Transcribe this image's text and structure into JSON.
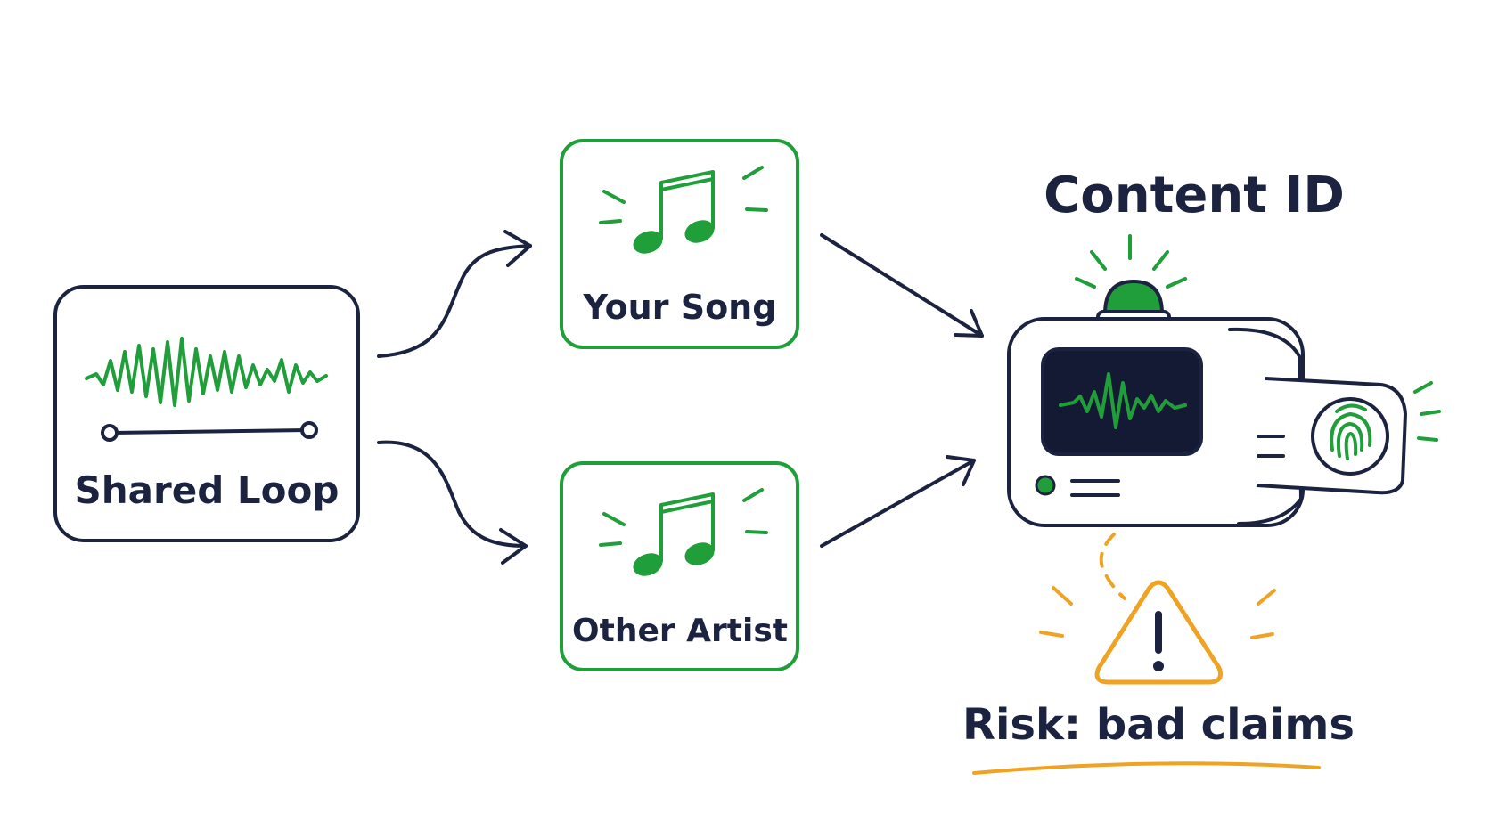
{
  "nodes": {
    "shared_loop": {
      "label": "Shared Loop",
      "icon": "waveform-icon"
    },
    "your_song": {
      "label": "Your Song",
      "icon": "music-note-icon"
    },
    "other_artist": {
      "label": "Other Artist",
      "icon": "music-note-icon"
    },
    "content_id": {
      "label": "Content ID",
      "icon": "scanner-machine-icon"
    }
  },
  "risk": {
    "label": "Risk: bad claims",
    "icon": "warning-icon"
  },
  "colors": {
    "ink": "#1b2340",
    "accent_green": "#1f9e3a",
    "warning_orange": "#f0a323",
    "screen_dark": "#141a33",
    "background": "#ffffff"
  }
}
